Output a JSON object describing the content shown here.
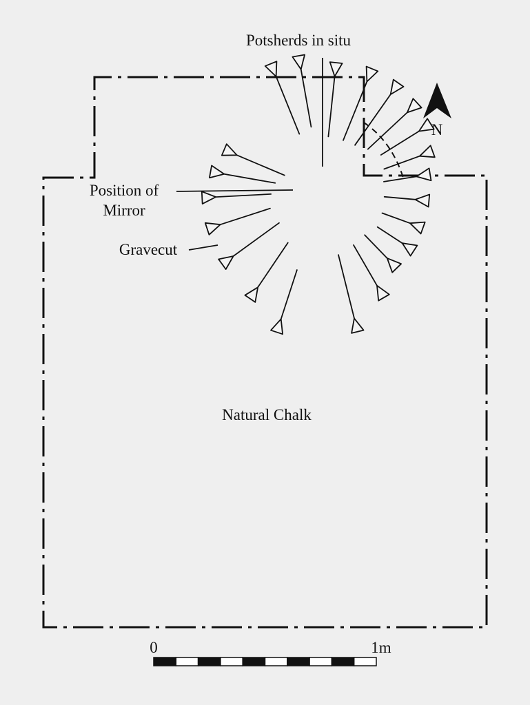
{
  "labels": {
    "potsherds": "Potsherds in situ",
    "mirror_line1": "Position of",
    "mirror_line2": "Mirror",
    "gravecut": "Gravecut",
    "natural_chalk": "Natural Chalk",
    "north": "N"
  },
  "scale": {
    "start": "0",
    "end": "1m",
    "segments": 10
  },
  "colors": {
    "ink": "#111111",
    "paper": "#efefef"
  },
  "icons": {
    "north_arrow": "north-arrow-icon"
  }
}
